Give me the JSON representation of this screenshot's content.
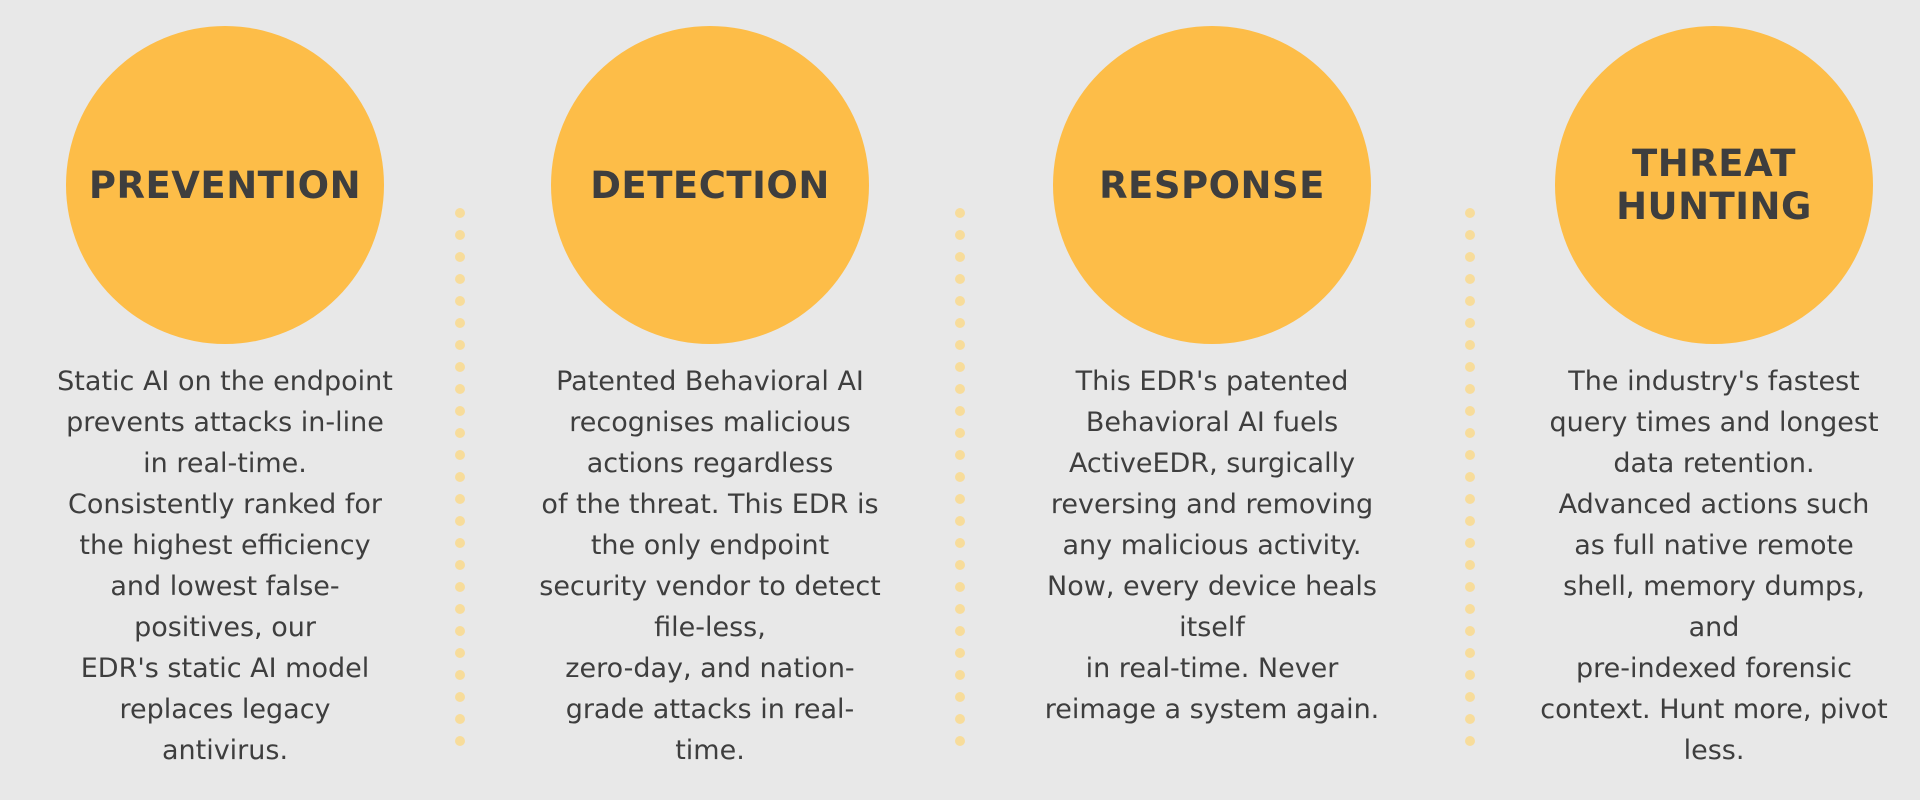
{
  "colors": {
    "background": "#e8e8e8",
    "circle": "#fdbd48",
    "text": "#3e3e3e",
    "divider_dot": "#f7dc9b"
  },
  "columns": [
    {
      "title_lines": [
        "PREVENTION"
      ],
      "description_lines": [
        "Static AI on the endpoint",
        "prevents attacks in-line",
        "in real-time.",
        "Consistently ranked for",
        "the highest efficiency",
        "and lowest false-",
        "positives, our",
        "EDR's static AI model",
        "replaces legacy",
        "antivirus."
      ]
    },
    {
      "title_lines": [
        "DETECTION"
      ],
      "description_lines": [
        "Patented Behavioral AI",
        "recognises malicious",
        "actions regardless",
        "of the threat. This EDR is",
        "the only endpoint",
        "security vendor to detect",
        "file-less,",
        "zero-day, and nation-",
        "grade attacks in real-",
        "time."
      ]
    },
    {
      "title_lines": [
        "RESPONSE"
      ],
      "description_lines": [
        "This EDR's patented",
        "Behavioral AI fuels",
        "ActiveEDR, surgically",
        "reversing and removing",
        "any malicious activity.",
        "Now, every device heals",
        "itself",
        "in real-time. Never",
        "reimage a system again."
      ]
    },
    {
      "title_lines": [
        "THREAT",
        "HUNTING"
      ],
      "description_lines": [
        "The industry's fastest",
        "query times and longest",
        "data retention.",
        "Advanced actions such",
        "as full native remote",
        "shell, memory dumps,",
        "and",
        "pre-indexed forensic",
        "context. Hunt more, pivot",
        "less."
      ]
    }
  ]
}
